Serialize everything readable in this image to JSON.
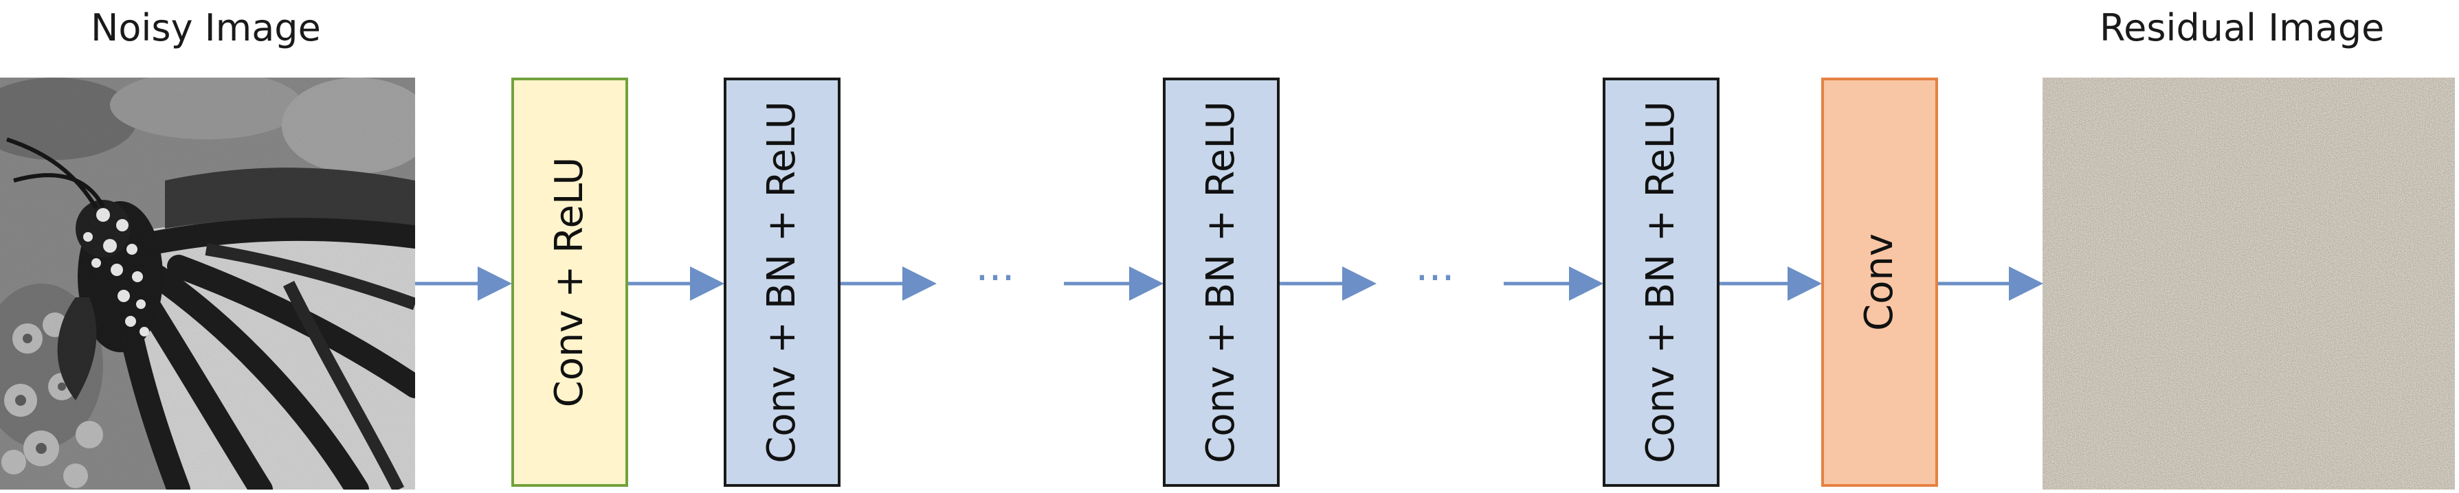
{
  "captions": {
    "noisy": "Noisy Image",
    "residual": "Residual Image"
  },
  "layers": [
    {
      "label": "Conv + ReLU",
      "fill": "#fff4cc",
      "border": "#73a23c"
    },
    {
      "label": "Conv + BN + ReLU",
      "fill": "#c7d6ea",
      "border": "#1a1a1a"
    },
    {
      "label": "Conv + BN + ReLU",
      "fill": "#c7d6ea",
      "border": "#1a1a1a"
    },
    {
      "label": "Conv + BN + ReLU",
      "fill": "#c7d6ea",
      "border": "#1a1a1a"
    },
    {
      "label": "Conv",
      "fill": "#f8c6a4",
      "border": "#e58142"
    }
  ],
  "ellipsis": "···",
  "colors": {
    "arrow": "#6b8fc6"
  }
}
